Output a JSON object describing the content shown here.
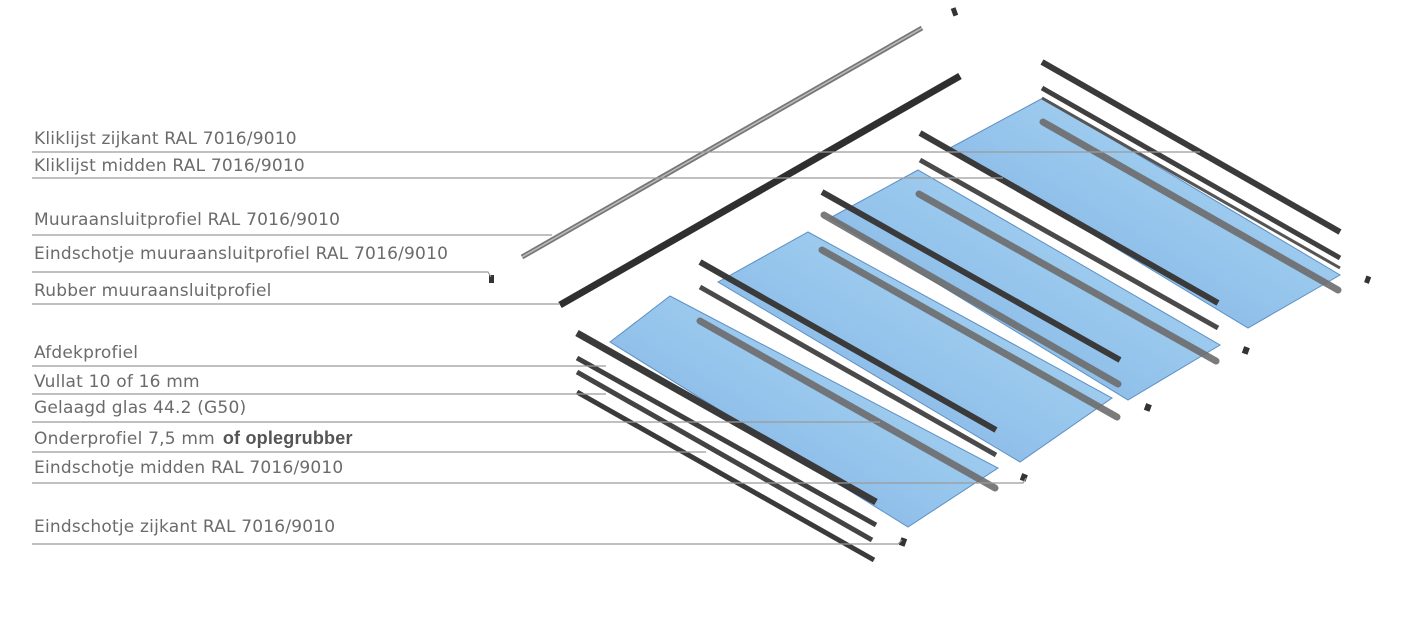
{
  "labels": [
    {
      "id": "kliklijst-zijkant",
      "text": "Kliklijst zijkant RAL 7016/9010",
      "extra": ""
    },
    {
      "id": "kliklijst-midden",
      "text": "Kliklijst midden RAL 7016/9010",
      "extra": ""
    },
    {
      "id": "muuraansluitprofiel",
      "text": "Muuraansluitprofiel RAL 7016/9010",
      "extra": ""
    },
    {
      "id": "eindschotje-muuraansluitprofiel",
      "text": "Eindschotje muuraansluitprofiel RAL 7016/9010",
      "extra": ""
    },
    {
      "id": "rubber-muuraansluitprofiel",
      "text": "Rubber muuraansluitprofiel",
      "extra": ""
    },
    {
      "id": "afdekprofiel",
      "text": "Afdekprofiel",
      "extra": ""
    },
    {
      "id": "vullat",
      "text": "Vullat 10 of 16 mm",
      "extra": ""
    },
    {
      "id": "gelaagd-glas",
      "text": "Gelaagd glas 44.2 (G50)",
      "extra": ""
    },
    {
      "id": "onderprofiel",
      "text": "Onderprofiel 7,5 mm",
      "extra": "of oplegrubber"
    },
    {
      "id": "eindschotje-midden",
      "text": "Eindschotje midden RAL 7016/9010",
      "extra": ""
    },
    {
      "id": "eindschotje-zijkant",
      "text": "Eindschotje zijkant RAL 7016/9010",
      "extra": ""
    }
  ],
  "colors": {
    "glass_start": "#7aaee2",
    "glass_end": "#b2dcf6",
    "profile_dark": "#3a3a3a",
    "profile_mid": "#6e6e6e",
    "leader_line": "#9a9a9a",
    "label_text": "#6b6b6b"
  }
}
